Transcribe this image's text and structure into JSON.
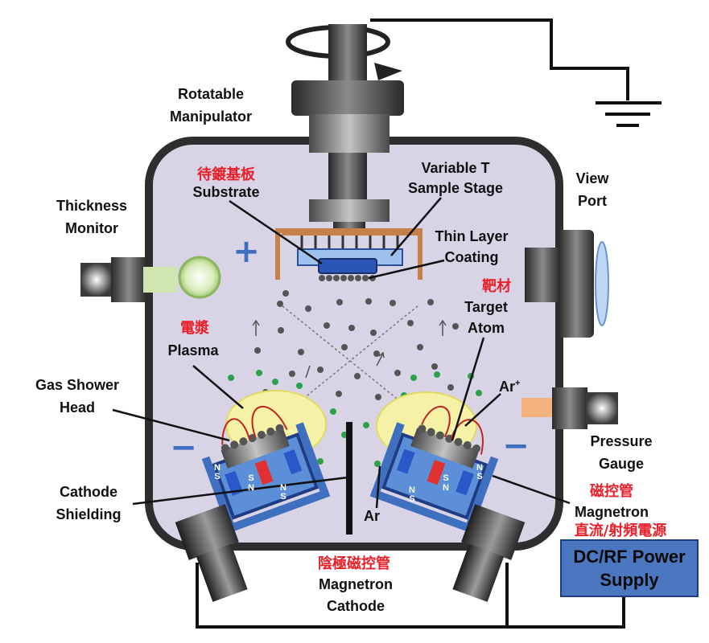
{
  "colors": {
    "chamber_fill": "#d9d3e6",
    "chamber_stroke": "#2e2e2e",
    "chinese_label": "#e8202a",
    "plasma": "#f5f2a8",
    "substrate_blue": "#5b8fd6",
    "magnet_red": "#e03030",
    "magnet_blue": "#2b58c9",
    "shield_blue": "#3f6fbf",
    "orange_holder": "#c8804a",
    "power_box": "#4a77c0",
    "thickness_green": "#cfe6b0"
  },
  "labels": {
    "rotatable_manipulator": [
      "Rotatable",
      "Manipulator"
    ],
    "view_port": [
      "View",
      "Port"
    ],
    "thickness_monitor": [
      "Thickness",
      "Monitor"
    ],
    "substrate_zh": "待鍍基板",
    "substrate": "Substrate",
    "variable_t": [
      "Variable T",
      "Sample Stage"
    ],
    "thin_layer": [
      "Thin Layer",
      "Coating"
    ],
    "target_zh": "靶材",
    "target_atom": [
      "Target",
      "Atom"
    ],
    "plasma_zh": "電漿",
    "plasma": "Plasma",
    "gas_shower": [
      "Gas Shower",
      "Head"
    ],
    "ar_plus": "Ar",
    "ar_plus_sup": "+",
    "pressure_gauge": [
      "Pressure",
      "Gauge"
    ],
    "cathode_shielding": [
      "Cathode",
      "Shielding"
    ],
    "ar": "Ar",
    "magnetron_zh": "磁控管",
    "magnetron": "Magnetron",
    "dcrf_zh": "直流/射頻電源",
    "power_supply": [
      "DC/RF Power",
      "Supply"
    ],
    "magnetron_cathode_zh": "陰極磁控管",
    "magnetron_cathode": [
      "Magnetron",
      "Cathode"
    ],
    "plus_sign": "+",
    "minus_sign": "−",
    "magnet_n": "N",
    "magnet_s": "S"
  }
}
